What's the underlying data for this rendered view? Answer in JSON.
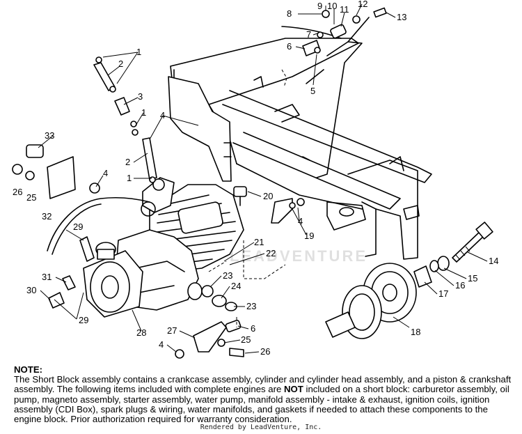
{
  "callouts": [
    {
      "id": "c1a",
      "text": "1"
    },
    {
      "id": "c2a",
      "text": "2"
    },
    {
      "id": "c3",
      "text": "3"
    },
    {
      "id": "c1b",
      "text": "1"
    },
    {
      "id": "c4a",
      "text": "4"
    },
    {
      "id": "c2b",
      "text": "2"
    },
    {
      "id": "c1c",
      "text": "1"
    },
    {
      "id": "c33",
      "text": "33"
    },
    {
      "id": "c26a",
      "text": "26"
    },
    {
      "id": "c25a",
      "text": "25"
    },
    {
      "id": "c4b",
      "text": "4"
    },
    {
      "id": "c32",
      "text": "32"
    },
    {
      "id": "c29a",
      "text": "29"
    },
    {
      "id": "c31",
      "text": "31"
    },
    {
      "id": "c30",
      "text": "30"
    },
    {
      "id": "c29b",
      "text": "29"
    },
    {
      "id": "c28",
      "text": "28"
    },
    {
      "id": "c9",
      "text": "9"
    },
    {
      "id": "c10",
      "text": "10"
    },
    {
      "id": "c8",
      "text": "8"
    },
    {
      "id": "c11",
      "text": "11"
    },
    {
      "id": "c12",
      "text": "12"
    },
    {
      "id": "c13",
      "text": "13"
    },
    {
      "id": "c7",
      "text": "7"
    },
    {
      "id": "c6a",
      "text": "6"
    },
    {
      "id": "c5",
      "text": "5"
    },
    {
      "id": "c20",
      "text": "20"
    },
    {
      "id": "c4c",
      "text": "4"
    },
    {
      "id": "c19",
      "text": "19"
    },
    {
      "id": "c21",
      "text": "21"
    },
    {
      "id": "c22",
      "text": "22"
    },
    {
      "id": "c14",
      "text": "14"
    },
    {
      "id": "c15",
      "text": "15"
    },
    {
      "id": "c16",
      "text": "16"
    },
    {
      "id": "c17",
      "text": "17"
    },
    {
      "id": "c18",
      "text": "18"
    },
    {
      "id": "c23a",
      "text": "23"
    },
    {
      "id": "c24",
      "text": "24"
    },
    {
      "id": "c23b",
      "text": "23"
    },
    {
      "id": "c6b",
      "text": "6"
    },
    {
      "id": "c27",
      "text": "27"
    },
    {
      "id": "c25b",
      "text": "25"
    },
    {
      "id": "c4d",
      "text": "4"
    },
    {
      "id": "c26b",
      "text": "26"
    }
  ],
  "watermark": "LEADVENTURE",
  "note": {
    "title": "NOTE:",
    "text_before": "The Short Block assembly contains a crankcase assembly, cylinder and cylinder head assembly, and a piston & crankshaft assembly.  The following items included with complete engines are ",
    "emphasis": "NOT",
    "text_after": " included on a short block:  carburetor assembly, oil pump, magneto assembly, starter assembly, water pump, manifold assembly - intake & exhaust, ignition coils, ignition assembly (CDI Box), spark plugs & wiring, water manifolds, and gaskets if needed to attach these components to the engine block.  Prior authorization required for warranty consideration."
  },
  "credit": "Rendered by LeadVenture, Inc."
}
